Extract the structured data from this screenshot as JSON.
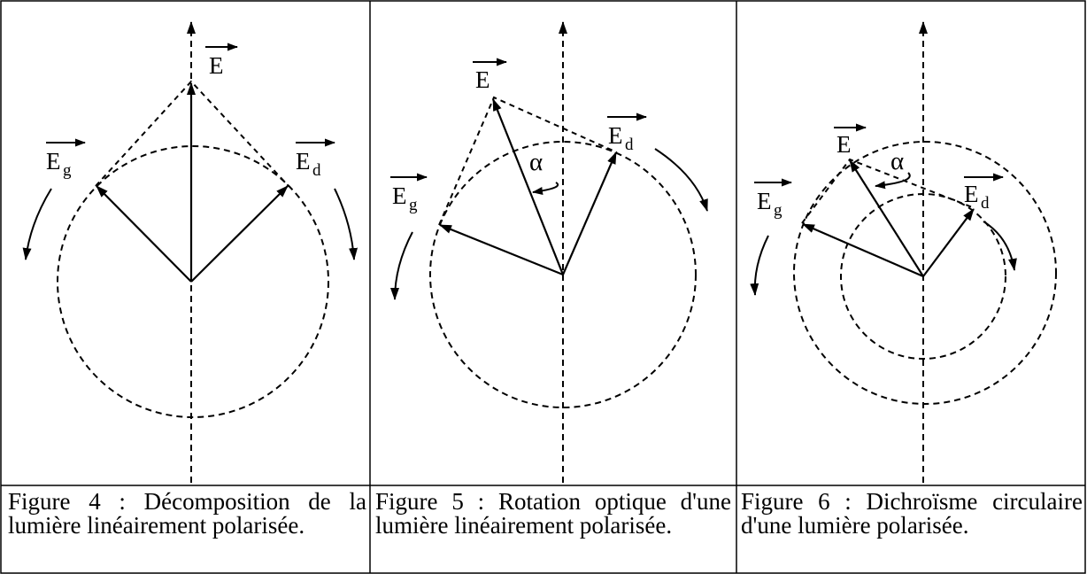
{
  "figures": [
    {
      "caption": "Figure 4 : Décomposition de la lumière linéairement polarisée.",
      "labels": {
        "E": "E",
        "Eg": "E",
        "Eg_sub": "g",
        "Ed": "E",
        "Ed_sub": "d"
      }
    },
    {
      "caption": "Figure 5 : Rotation optique d'une lumière linéairement polarisée.",
      "labels": {
        "E": "E",
        "Eg": "E",
        "Eg_sub": "g",
        "Ed": "E",
        "Ed_sub": "d",
        "alpha": "α"
      }
    },
    {
      "caption": "Figure 6 : Dichroïsme circulaire d'une lumière polarisée.",
      "labels": {
        "E": "E",
        "Eg": "E",
        "Eg_sub": "g",
        "Ed": "E",
        "Ed_sub": "d",
        "alpha": "α"
      }
    }
  ],
  "colors": {
    "line": "#000000",
    "background": "#ffffff"
  }
}
